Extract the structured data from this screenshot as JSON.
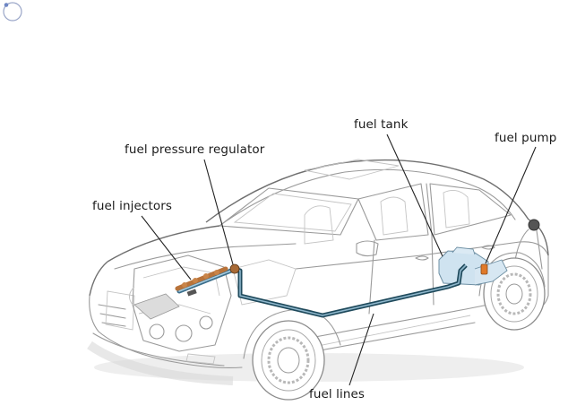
{
  "diagram": {
    "title": "Car fuel system",
    "labels": {
      "fuel_pressure_regulator": "fuel pressure regulator",
      "fuel_injectors": "fuel injectors",
      "fuel_tank": "fuel tank",
      "fuel_pump": "fuel pump",
      "fuel_lines": "fuel lines"
    },
    "colors": {
      "fuel_line": "#1f4a5c",
      "fuel_line_highlight": "#8fb7cc",
      "tank_fill": "#cfe3f0",
      "injector": "#b8733a",
      "pump": "#e07a2a",
      "outline": "#9a9a9a"
    }
  },
  "ui": {
    "spinner_icon": "loading-spinner-icon"
  }
}
